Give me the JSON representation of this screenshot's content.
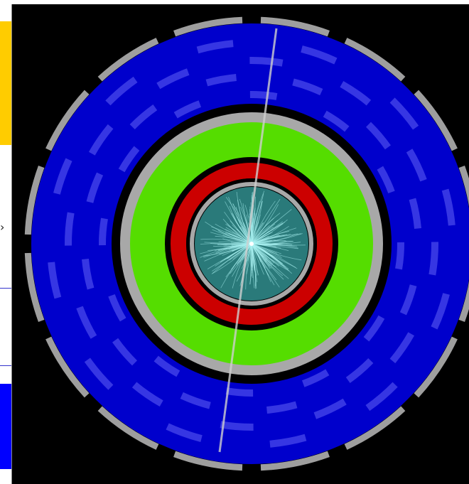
{
  "colors": {
    "background": "#000000",
    "muon_chambers": "#9e9e9e",
    "hadron_calorimeter": "#0000cc",
    "hadron_calorimeter_modules": "#3c3ce6",
    "solenoid_ring": "#a8a8a8",
    "em_calorimeter": "#55dd00",
    "inner_ring": "#cc0000",
    "tracker": "#2a7a7a",
    "tracks": "#a8f0f0",
    "jet": "#cfcfcf",
    "side_panel_top": "#ffcc00",
    "side_panel_bottom": "#0000ff"
  },
  "icons": {
    "side_arrow": "›"
  },
  "display": {
    "muon_segments_outer": 16,
    "muon_segments_inner": 16,
    "hcal_modules": 24,
    "track_count": 260
  }
}
